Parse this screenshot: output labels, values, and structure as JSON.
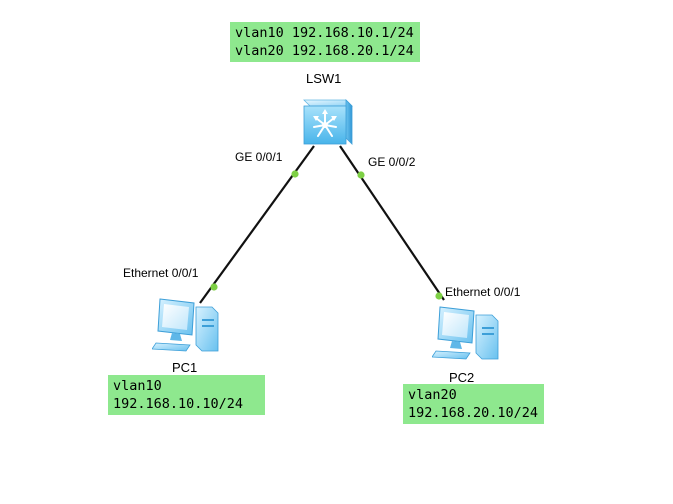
{
  "colors": {
    "note_background": "#8ee88e",
    "port_dot": "#7ed045",
    "link": "#111111"
  },
  "devices": {
    "switch": {
      "name": "LSW1",
      "icon": "layer3-switch-icon"
    },
    "pc1": {
      "name": "PC1",
      "icon": "pc-icon"
    },
    "pc2": {
      "name": "PC2",
      "icon": "pc-icon"
    }
  },
  "ports": {
    "lsw1_ge001": "GE 0/0/1",
    "lsw1_ge002": "GE 0/0/2",
    "pc1_eth": "Ethernet 0/0/1",
    "pc2_eth": "Ethernet 0/0/1"
  },
  "notes": {
    "switch": {
      "line1": "vlan10 192.168.10.1/24",
      "line2": "vlan20 192.168.20.1/24"
    },
    "pc1": {
      "line1": "vlan10",
      "line2": "192.168.10.10/24"
    },
    "pc2": {
      "line1": "vlan20",
      "line2": "192.168.20.10/24"
    }
  }
}
